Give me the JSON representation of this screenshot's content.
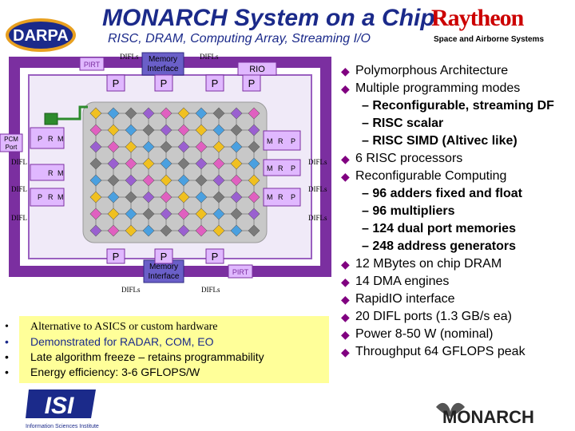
{
  "header": {
    "title": "MONARCH System on a Chip",
    "subtitle": "RISC, DRAM, Computing Array, Streaming I/O",
    "darpa_logo": "DARPA",
    "raytheon_logo": "Raytheon",
    "raytheon_sub": "Space and Airborne Systems"
  },
  "diagram": {
    "difl": "DIFLs",
    "difl_left": "DIFL",
    "memory_interface": [
      "Memory",
      "Interface"
    ],
    "pirt": "PIRT",
    "rio": "RIO",
    "processor": "P",
    "pcm_port": [
      "PCM",
      "Port"
    ],
    "side_labels": [
      "P",
      "R",
      "M"
    ],
    "colors": {
      "frame": "#7b2fa0",
      "inner_bg": "#f0eaf8",
      "core_bg": "#c8c8c8",
      "memory_box": "#6a5fc8",
      "processor_box": "#e0b8ff",
      "dram_green": "#2d8b2d"
    }
  },
  "bullets": {
    "items": [
      "Alternative to ASICS or custom hardware",
      "Demonstrated for RADAR, COM, EO",
      "Late algorithm freeze – retains programmability",
      "Energy efficiency: 3-6 GFLOPS/W"
    ],
    "background": "#ffff99"
  },
  "features": [
    {
      "kind": "main",
      "text": "Polymorphous Architecture"
    },
    {
      "kind": "main",
      "text": "Multiple programming modes"
    },
    {
      "kind": "sub",
      "text": "– Reconfigurable, streaming DF"
    },
    {
      "kind": "sub",
      "text": "– RISC scalar"
    },
    {
      "kind": "sub",
      "text": "– RISC SIMD (Altivec like)"
    },
    {
      "kind": "main",
      "text": "6 RISC processors"
    },
    {
      "kind": "main",
      "text": "Reconfigurable Computing"
    },
    {
      "kind": "sub",
      "text": "– 96 adders fixed and float"
    },
    {
      "kind": "sub",
      "text": "– 96 multipliers"
    },
    {
      "kind": "sub",
      "text": "– 124 dual port memories"
    },
    {
      "kind": "sub",
      "text": "– 248 address generators"
    },
    {
      "kind": "main",
      "text": "12 MBytes on chip DRAM"
    },
    {
      "kind": "main",
      "text": "14 DMA engines"
    },
    {
      "kind": "main",
      "text": "RapidIO interface"
    },
    {
      "kind": "main",
      "text": "20 DIFL ports (1.3 GB/s ea)"
    },
    {
      "kind": "main",
      "text": "Power 8-50 W (nominal)"
    },
    {
      "kind": "main",
      "text": "Throughput 64 GFLOPS peak"
    }
  ],
  "footer": {
    "isi_logo": "ISI",
    "isi_caption": "Information Sciences Institute",
    "monarch_logo": "MONARCH"
  }
}
